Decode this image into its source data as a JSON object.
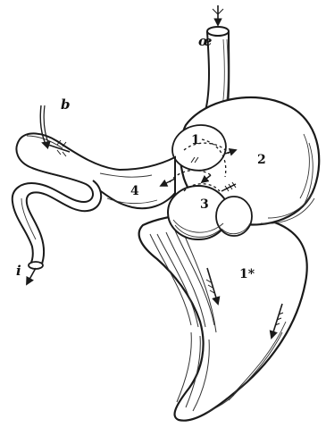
{
  "figure": {
    "labels": {
      "oe": "œ",
      "b": "b",
      "i": "i",
      "n1": "1",
      "n2": "2",
      "n3": "3",
      "n4": "4",
      "n1star": "1*"
    },
    "colors": {
      "ink": "#1a1a1a",
      "paper": "#ffffff",
      "shade": "#555555"
    }
  }
}
